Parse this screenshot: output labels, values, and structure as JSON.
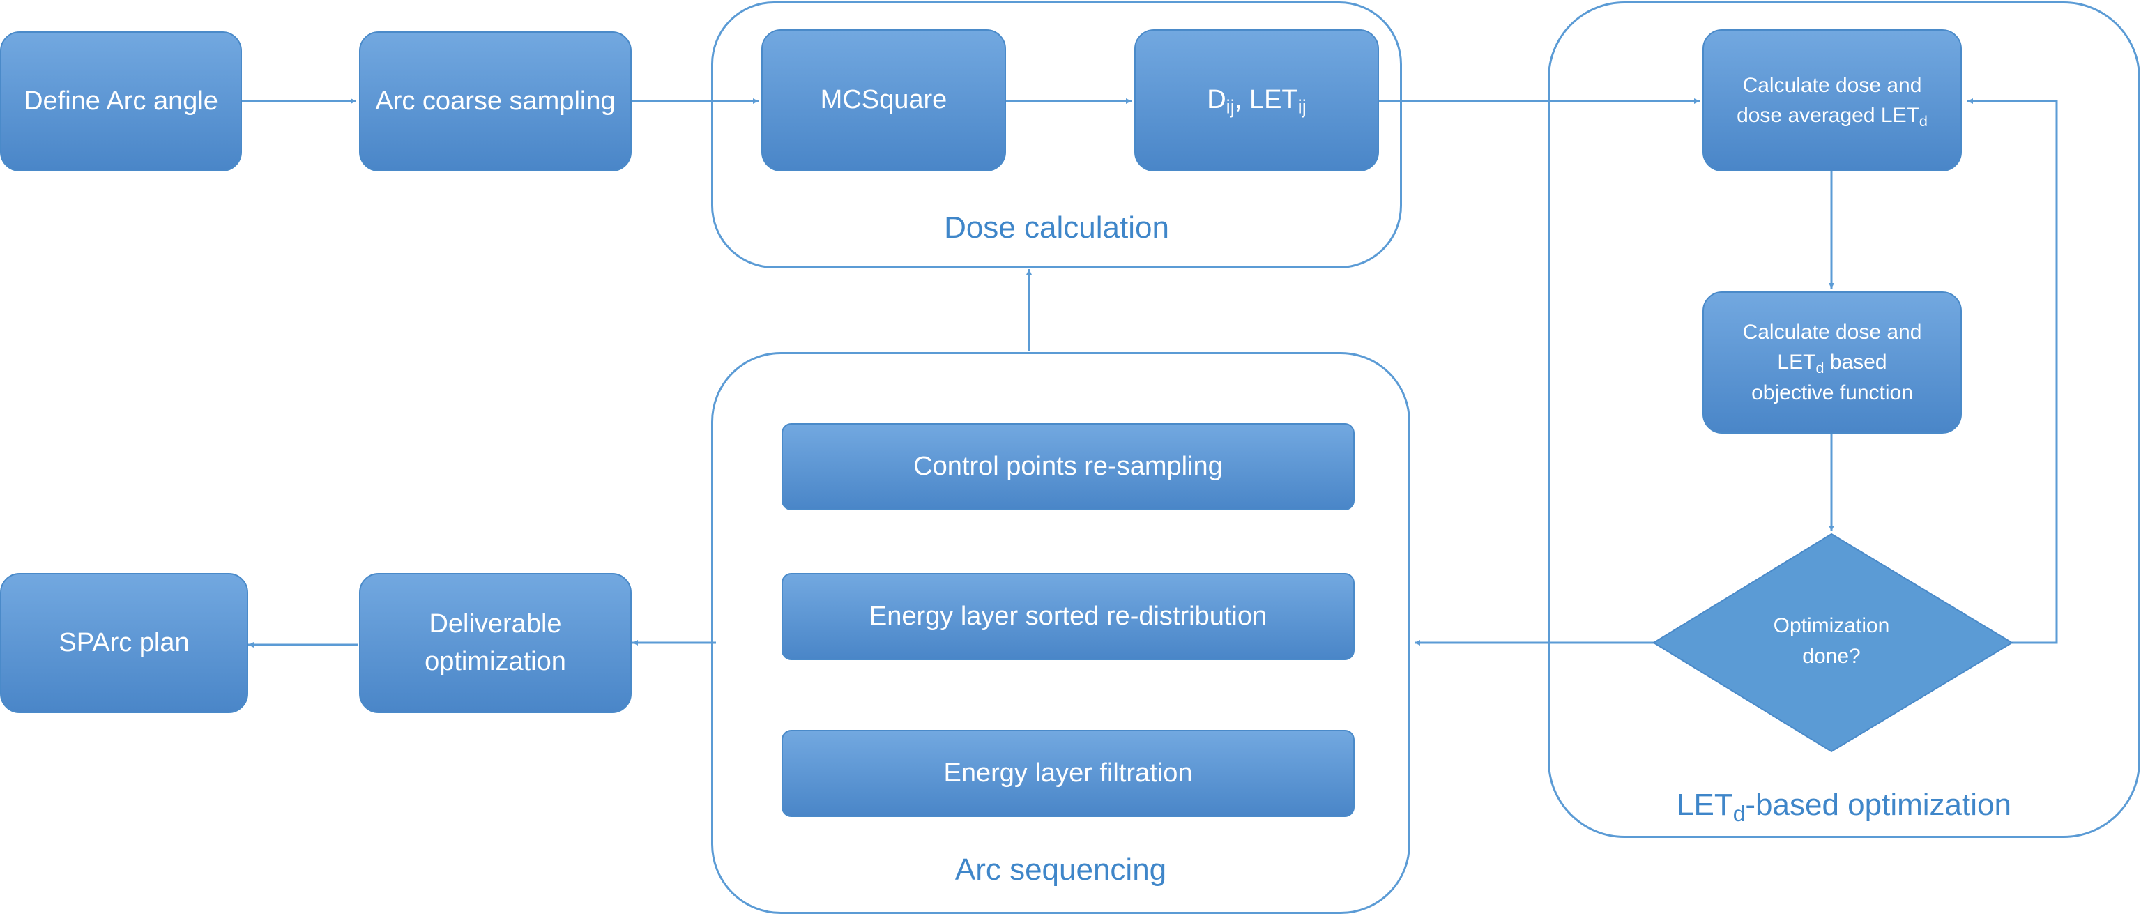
{
  "nodes": {
    "define_arc_angle": "Define Arc angle",
    "arc_coarse_sampling": "Arc coarse sampling",
    "mcsquare": "MCSquare",
    "dij": {
      "d": "D",
      "d_sub": "ij",
      "sep": ", ",
      "let": "LET",
      "let_sub": "ij"
    },
    "calc_dose_let": {
      "line1": "Calculate dose and",
      "line2": "dose averaged LET",
      "sub": "d"
    },
    "calc_objective": {
      "line1": "Calculate dose and",
      "line2_main": "LET",
      "line2_sub": "d",
      "line2_rest": " based",
      "line3": "objective function"
    },
    "optimization_done": {
      "line1": "Optimization",
      "line2": "done?"
    },
    "control_points": "Control points re-sampling",
    "energy_sorted": "Energy layer sorted re-distribution",
    "energy_filtration": "Energy layer filtration",
    "deliverable": {
      "line1": "Deliverable",
      "line2": "optimization"
    },
    "sparc_plan": "SPArc plan"
  },
  "groups": {
    "dose_calculation": "Dose calculation",
    "arc_sequencing": "Arc sequencing",
    "let_opt": {
      "main": "LET",
      "sub": "d",
      "rest": "-based optimization"
    }
  },
  "colors": {
    "accent": "#5b9bd5",
    "box_fill_top": "#72a8e0",
    "box_fill_bottom": "#4a86c8",
    "label_text": "#3f86c9"
  }
}
